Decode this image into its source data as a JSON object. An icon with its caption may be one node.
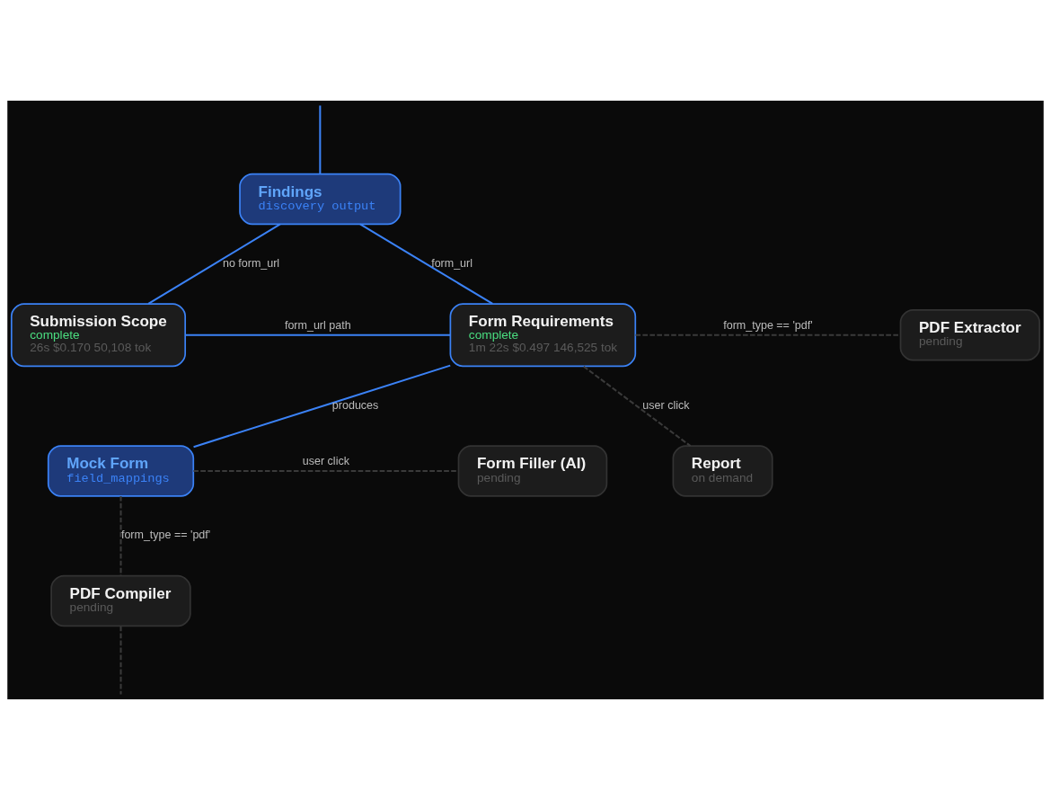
{
  "diagram": {
    "nodes": [
      {
        "text": [
          "Findings",
          "discovery output"
        ]
      },
      {
        "text": [
          "Submission Scope",
          "complete",
          "26s $0.170 50,108 tok"
        ]
      },
      {
        "text": [
          "Form Requirements",
          "complete",
          "1m 22s $0.497 146,525 tok"
        ]
      },
      {
        "text": [
          "PDF Extractor",
          "pending"
        ]
      },
      {
        "text": [
          "Form Filler (AI)",
          "pending"
        ]
      },
      {
        "text": [
          "Mock Form",
          "field_mappings"
        ]
      },
      {
        "text": [
          "Report",
          "on demand"
        ]
      },
      {
        "text": [
          "PDF Compiler",
          "pending"
        ]
      }
    ],
    "edges": [
      {
        "from": null,
        "to": 0,
        "arrow": "none"
      },
      {
        "from": 0,
        "to": 1,
        "arrow": "none",
        "label": "no form_url"
      },
      {
        "from": 0,
        "to": 2,
        "arrow": "none",
        "label": "form_url"
      },
      {
        "from": 1,
        "to": 2,
        "arrow": "none",
        "label": "form_url path"
      },
      {
        "from": 2,
        "to": 3,
        "arrow": "none",
        "label": "form_type == 'pdf'",
        "style": "dashed",
        "color": "#3a3a3a"
      },
      {
        "from": 2,
        "to": 6,
        "arrow": "none",
        "label": "user click",
        "style": "dashed",
        "color": "#3a3a3a"
      },
      {
        "from": 2,
        "to": 5,
        "arrow": "none",
        "label": "produces"
      },
      {
        "from": 5,
        "to": 4,
        "arrow": "none",
        "label": "user click",
        "style": "dashed",
        "color": "#3a3a3a"
      },
      {
        "from": 5,
        "to": 7,
        "arrow": "none",
        "label": "form_type == 'pdf'",
        "style": "dashed",
        "color": "#3a3a3a"
      },
      {
        "from": 7,
        "to": null,
        "arrow": "none",
        "style": "dashed",
        "color": "#3a3a3a"
      }
    ]
  }
}
